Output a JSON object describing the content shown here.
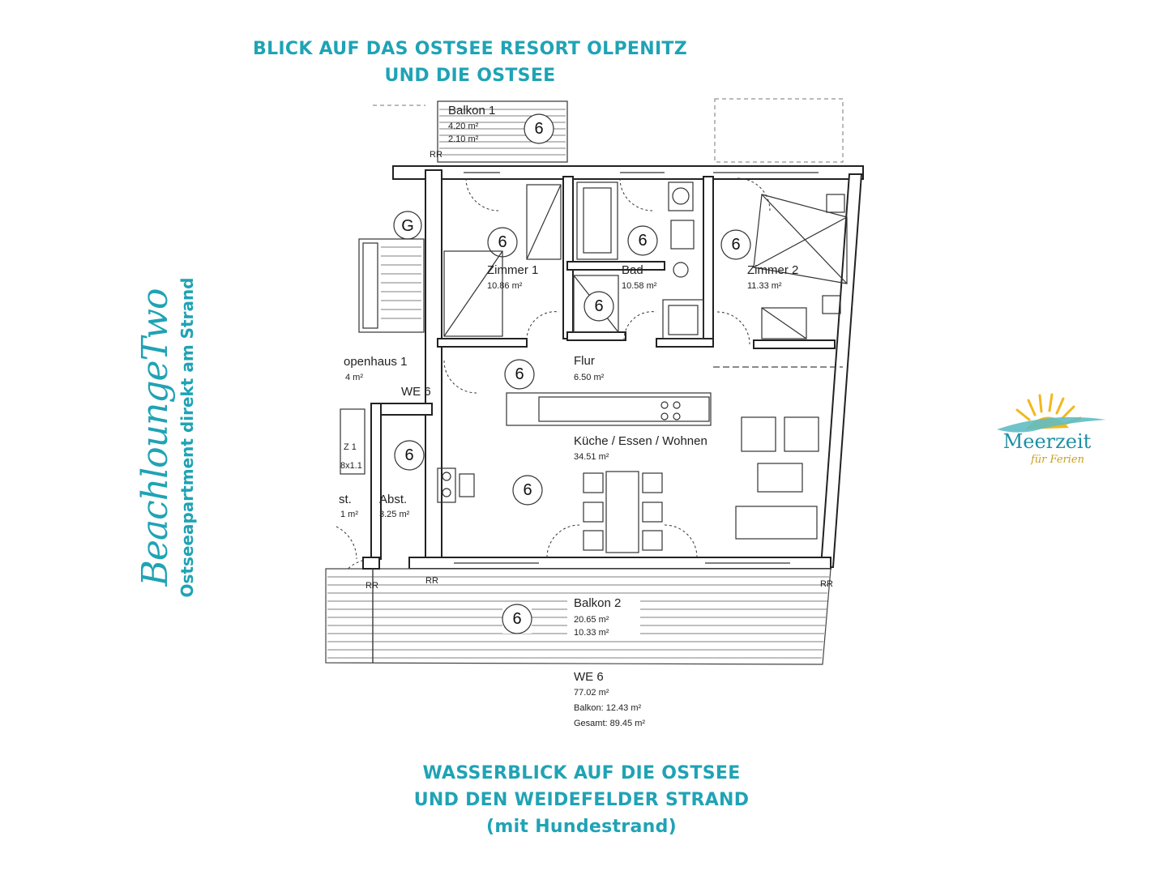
{
  "captions": {
    "top_line1": "BLICK AUF DAS OSTSEE RESORT OLPENITZ",
    "top_line2": "UND DIE OSTSEE",
    "bottom_line1": "WASSERBLICK AUF DIE OSTSEE",
    "bottom_line2": "UND DEN WEIDEFELDER STRAND",
    "bottom_line3": "(mit Hundestrand)"
  },
  "brand": {
    "script_name": "BeachloungeTwo",
    "subtitle": "Ostseeapartment direkt am Strand"
  },
  "logo": {
    "name": "Meerzeit",
    "tagline": "für Ferien",
    "colors": {
      "sun": "#f2b81c",
      "wave": "#5fbcc4",
      "text": "#1e8fa6"
    }
  },
  "plan": {
    "unit_number": "6",
    "stair_marker": "G",
    "rooms": [
      {
        "name": "Balkon 1",
        "area": "4.20 m²",
        "area2": "2.10 m²"
      },
      {
        "name": "Zimmer 1",
        "area": "10.86 m²"
      },
      {
        "name": "Bad",
        "area": "10.58 m²"
      },
      {
        "name": "Zimmer 2",
        "area": "11.33 m²"
      },
      {
        "name": "Flur",
        "area": "6.50 m²"
      },
      {
        "name": "Küche / Essen / Wohnen",
        "area": "34.51 m²"
      },
      {
        "name": "Abst.",
        "area": "3.25 m²"
      },
      {
        "name": "Balkon 2",
        "area": "20.65 m²",
        "area2": "10.33 m²"
      },
      {
        "name": "openhaus 1",
        "area": "4 m²"
      }
    ],
    "fragments": {
      "we_label": "WE 6",
      "abst_cut": "st.",
      "abst_cut_area": "1 m²",
      "rr": "RR",
      "z1": "Z 1",
      "dim": "8x1.1"
    },
    "summary": {
      "unit": "WE 6",
      "area": "77.02 m²",
      "balcony": "Balkon: 12.43 m²",
      "total": "Gesamt: 89.45 m²"
    }
  },
  "colors": {
    "accent": "#1fa3b5"
  }
}
